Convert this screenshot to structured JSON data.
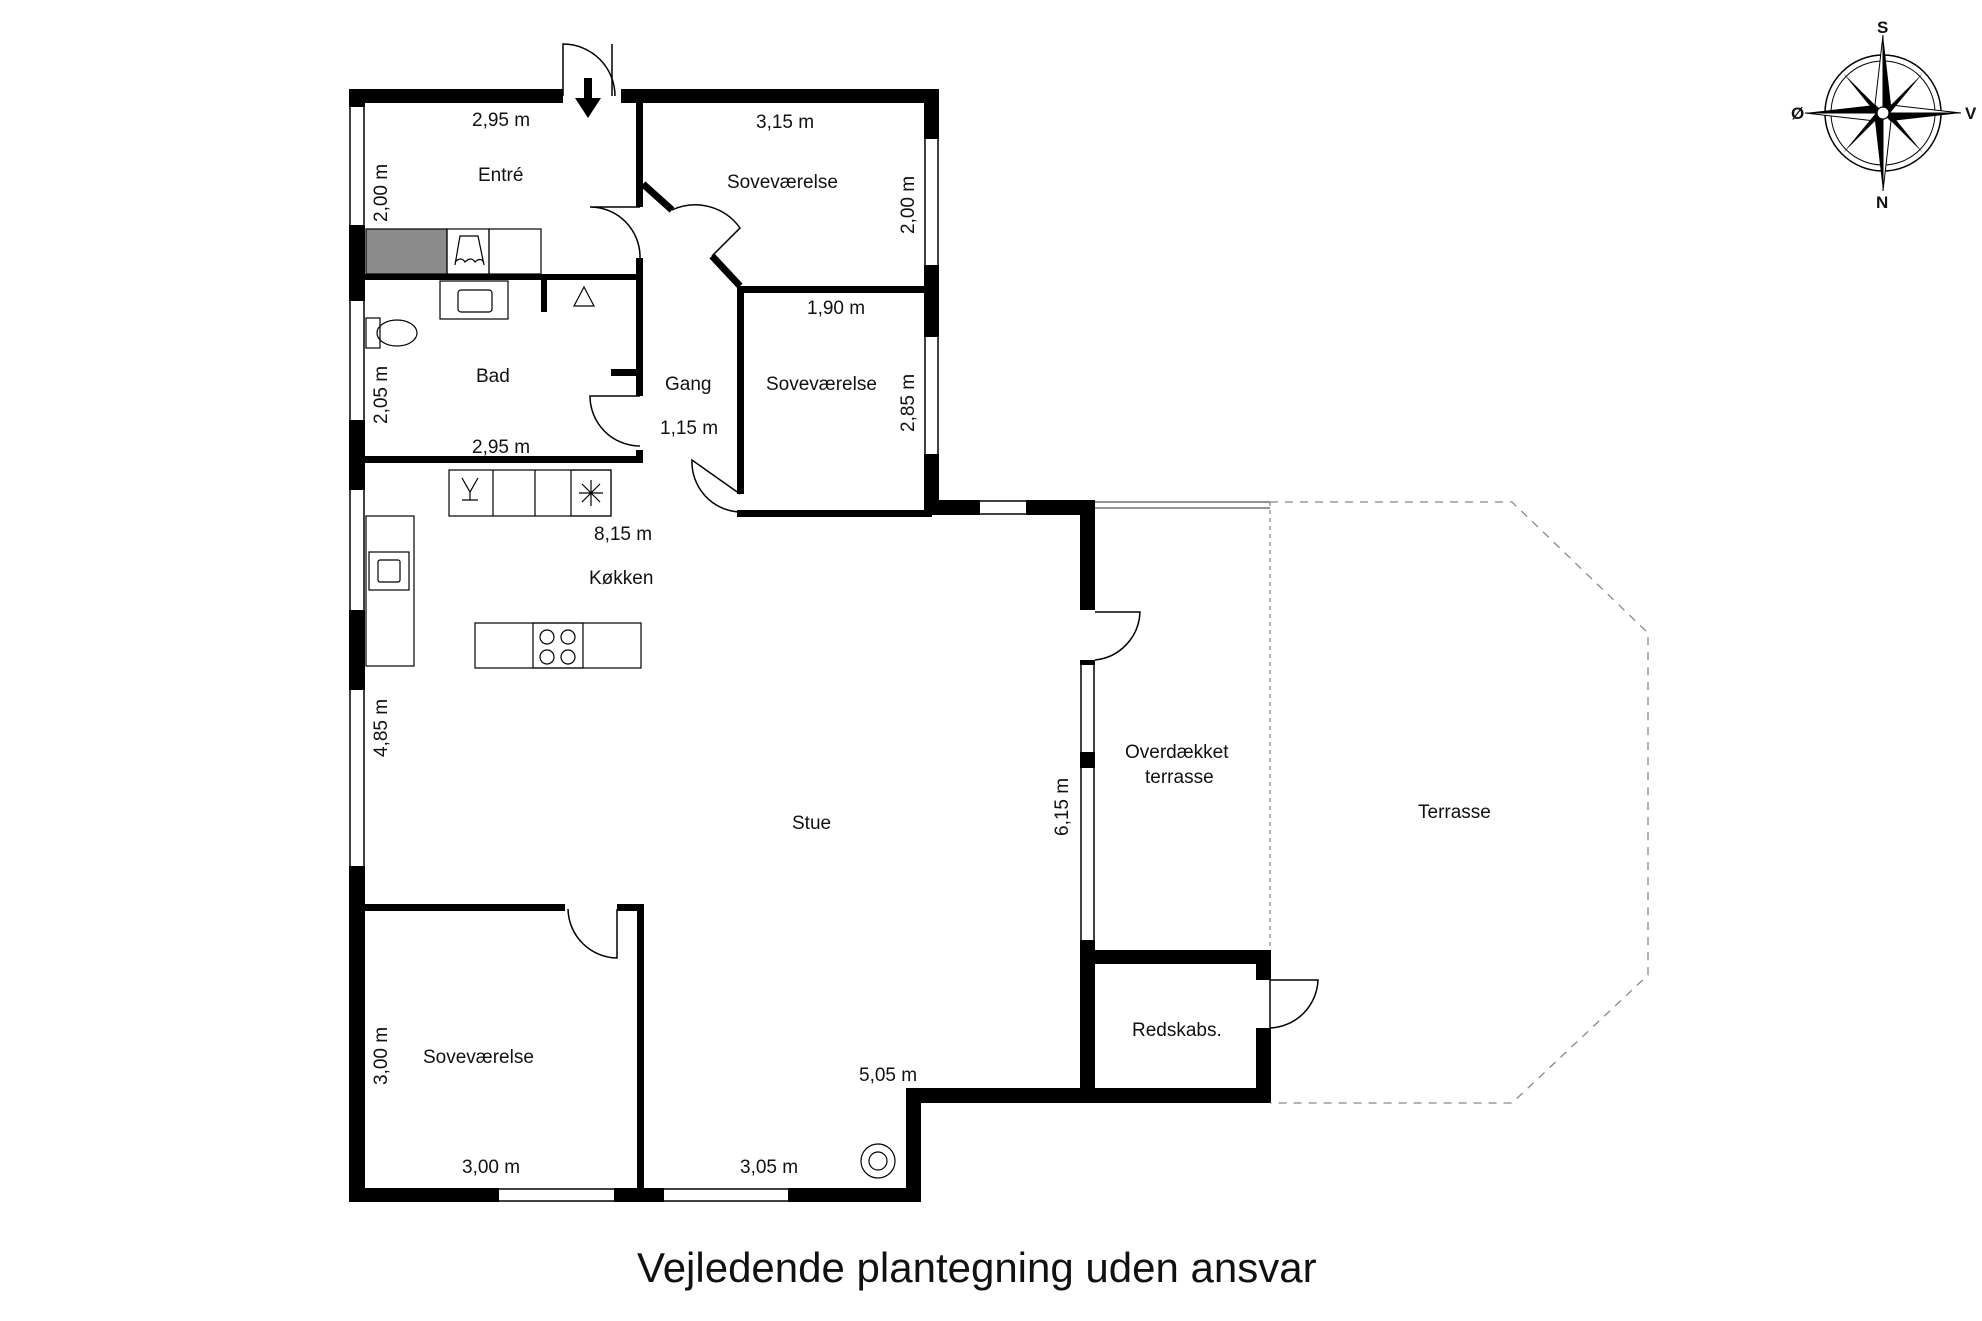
{
  "rooms": {
    "entre": "Entré",
    "bad": "Bad",
    "gang": "Gang",
    "sovevaerelse_1": "Soveværelse",
    "sovevaerelse_2": "Soveværelse",
    "sovevaerelse_3": "Soveværelse",
    "kokken": "Køkken",
    "stue": "Stue",
    "overdaekket_line1": "Overdækket",
    "overdaekket_line2": "terrasse",
    "terrasse": "Terrasse",
    "redskabs": "Redskabs."
  },
  "dimensions": {
    "entre_width": "2,95 m",
    "entre_height": "2,00 m",
    "sove1_width": "3,15 m",
    "sove1_height": "2,00 m",
    "sove2_width": "1,90 m",
    "sove2_height": "2,85 m",
    "bad_height": "2,05 m",
    "bad_width": "2,95 m",
    "gang_width": "1,15 m",
    "kokken_width": "8,15 m",
    "kokken_height": "4,85 m",
    "terrasse_height": "6,15 m",
    "stue_width": "5,05 m",
    "sove3_height": "3,00 m",
    "sove3_width": "3,00 m",
    "stue_bottom_width": "3,05 m"
  },
  "compass": {
    "top": "S",
    "bottom": "N",
    "left": "Ø",
    "right": "V"
  },
  "caption": "Vejledende plantegning uden ansvar"
}
